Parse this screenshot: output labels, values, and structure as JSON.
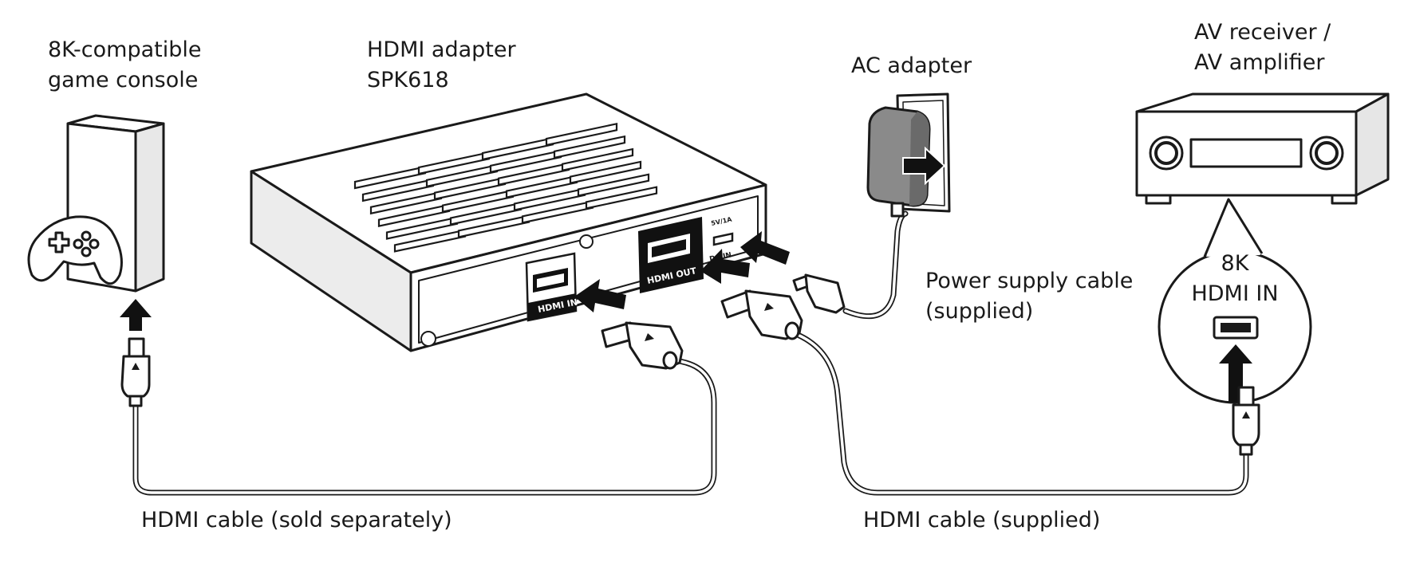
{
  "labels": {
    "console": [
      "8K-compatible",
      "game console"
    ],
    "adapter": [
      "HDMI adapter",
      "SPK618"
    ],
    "ac_adapter": "AC adapter",
    "receiver": [
      "AV receiver /",
      "AV amplifier"
    ],
    "power_cable": [
      "Power supply cable",
      "(supplied)"
    ],
    "callout": [
      "8K",
      "HDMI IN"
    ],
    "cable_separate": "HDMI cable (sold separately)",
    "cable_supplied": "HDMI cable (supplied)"
  },
  "ports": {
    "hdmi_in": "HDMI IN",
    "hdmi_out": "HDMI OUT",
    "dc_in": "DC IN",
    "dc_spec": "5V/1A"
  },
  "colors": {
    "line": "#1a1a1a",
    "panel": "#ffffff",
    "side": "#e6e6e6",
    "dark": "#111111",
    "adapter_gray": "#8a8a8a"
  }
}
